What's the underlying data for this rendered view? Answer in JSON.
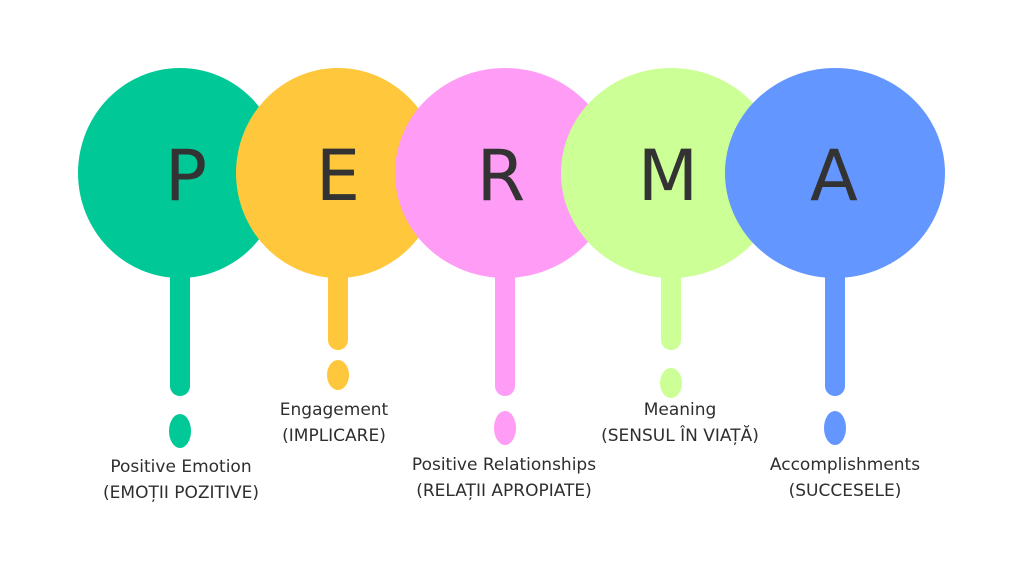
{
  "items": [
    {
      "letter": "P",
      "title": "Positive Emotion",
      "subtitle": "(EMOȚII POZITIVE)",
      "color": "#00c896"
    },
    {
      "letter": "E",
      "title": "Engagement",
      "subtitle": "(IMPLICARE)",
      "color": "#ffc83c"
    },
    {
      "letter": "R",
      "title": "Positive Relationships",
      "subtitle": "(RELAȚII APROPIATE)",
      "color": "#ff9cf5"
    },
    {
      "letter": "M",
      "title": "Meaning",
      "subtitle": "(SENSUL ÎN VIAȚĂ)",
      "color": "#ccff96"
    },
    {
      "letter": "A",
      "title": "Accomplishments",
      "subtitle": "(SUCCESELE)",
      "color": "#6496ff"
    }
  ]
}
